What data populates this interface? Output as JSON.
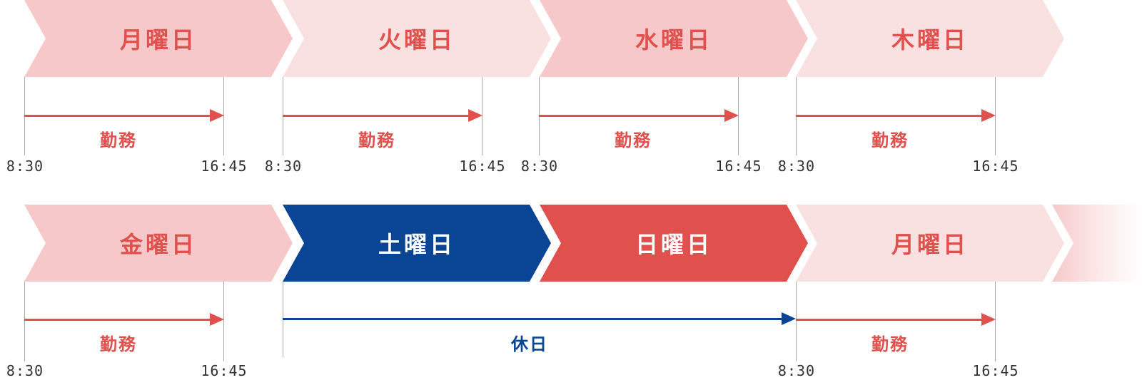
{
  "colors": {
    "light_pink": "#f6c8c9",
    "lighter_pink": "#f9e0e1",
    "red": "#e0504c",
    "navy": "#0a4595",
    "text_red": "#e0504c",
    "white": "#ffffff"
  },
  "row1": {
    "days": [
      {
        "label": "月曜日",
        "style": "light"
      },
      {
        "label": "火曜日",
        "style": "lighter"
      },
      {
        "label": "水曜日",
        "style": "light"
      },
      {
        "label": "木曜日",
        "style": "lighter"
      }
    ],
    "segments": [
      {
        "label": "勤務",
        "start": "8:30",
        "end": "16:45"
      },
      {
        "label": "勤務",
        "start": "8:30",
        "end": "16:45"
      },
      {
        "label": "勤務",
        "start": "8:30",
        "end": "16:45"
      },
      {
        "label": "勤務",
        "start": "8:30",
        "end": "16:45"
      }
    ]
  },
  "row2": {
    "days": [
      {
        "label": "金曜日",
        "style": "light"
      },
      {
        "label": "土曜日",
        "style": "navy"
      },
      {
        "label": "日曜日",
        "style": "red"
      },
      {
        "label": "月曜日",
        "style": "lighter"
      }
    ],
    "segments": [
      {
        "label": "勤務",
        "start": "8:30",
        "end": "16:45"
      },
      {
        "label": "休日",
        "start": "",
        "end": "8:30"
      },
      {
        "label": "勤務",
        "start": "",
        "end": "16:45"
      }
    ]
  }
}
